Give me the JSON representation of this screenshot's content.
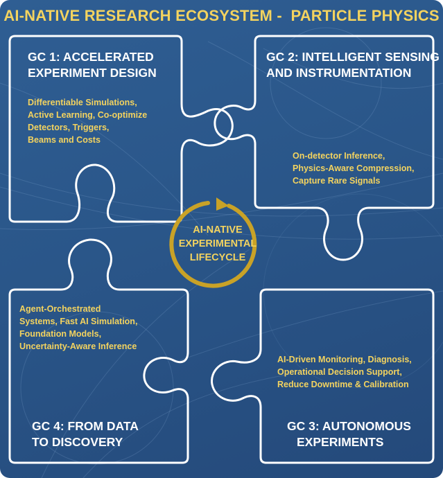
{
  "title": "AI-NATIVE RESEARCH ECOSYSTEM -  PARTICLE PHYSICS",
  "colors": {
    "background": "#2a5689",
    "accent_yellow": "#f3d35f",
    "outline_white": "#ffffff",
    "cycle_gold": "#c9a227"
  },
  "center": {
    "lines": [
      "AI-NATIVE",
      "EXPERIMENTAL",
      "LIFECYCLE"
    ],
    "icon": "circular-arrow-icon"
  },
  "pieces": [
    {
      "id": "gc1",
      "title_lines": [
        "GC 1: ACCELERATED",
        "EXPERIMENT DESIGN"
      ],
      "desc_lines": [
        "Differentiable Simulations,",
        "Active Learning, Co-optimize",
        "Detectors, Triggers,",
        "Beams and Costs"
      ]
    },
    {
      "id": "gc2",
      "title_lines": [
        "GC 2: INTELLIGENT SENSING",
        "AND INSTRUMENTATION"
      ],
      "desc_lines": [
        "On-detector Inference,",
        "Physics-Aware Compression,",
        "Capture Rare Signals"
      ]
    },
    {
      "id": "gc3",
      "title_lines": [
        "GC 3: AUTONOMOUS",
        "EXPERIMENTS"
      ],
      "desc_lines": [
        "AI-Driven Monitoring, Diagnosis,",
        "Operational Decision Support,",
        "Reduce Downtime & Calibration"
      ]
    },
    {
      "id": "gc4",
      "title_lines": [
        "GC 4: FROM DATA",
        "TO DISCOVERY"
      ],
      "desc_lines": [
        "Agent-Orchestrated",
        "Systems, Fast AI Simulation,",
        "Foundation Models,",
        "Uncertainty-Aware Inference"
      ]
    }
  ]
}
